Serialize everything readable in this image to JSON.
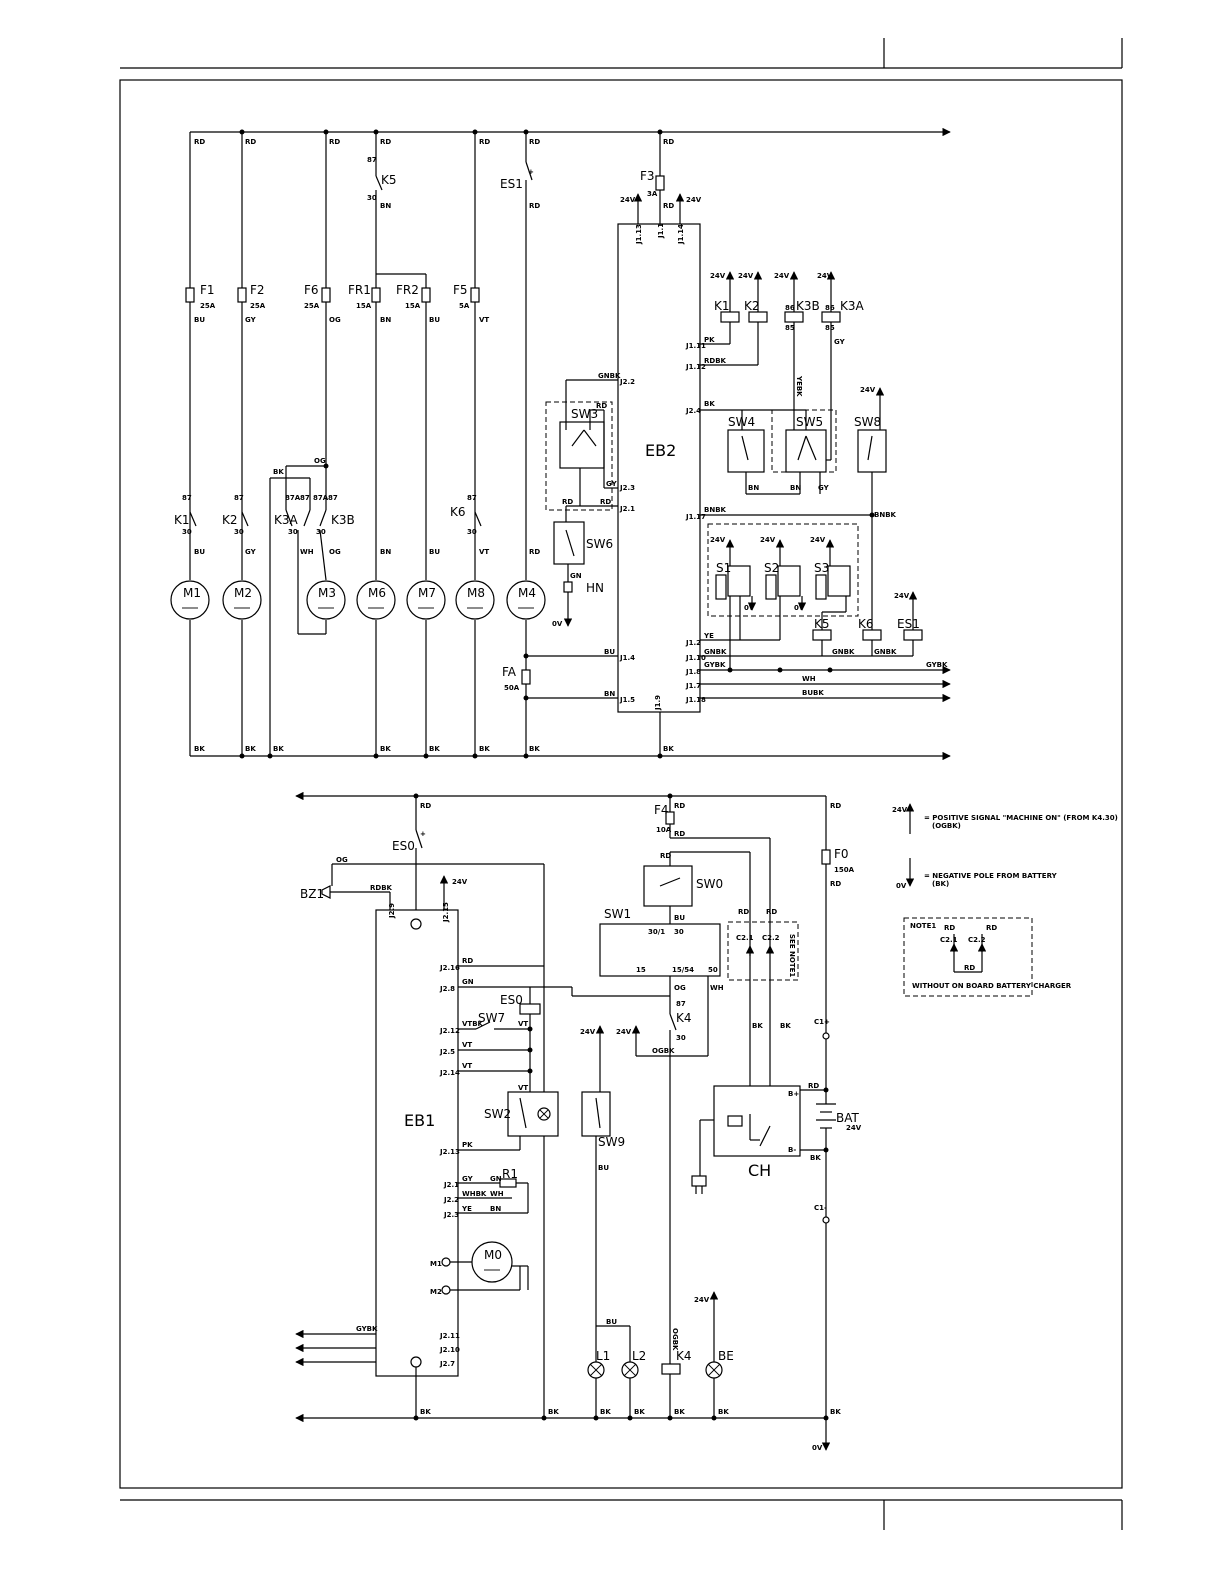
{
  "colors": {
    "line": "#000000",
    "background": "#ffffff"
  },
  "motors": {
    "m1": "M1",
    "m2": "M2",
    "m3": "M3",
    "m6": "M6",
    "m7": "M7",
    "m8": "M8",
    "m4": "M4",
    "m0": "M0"
  },
  "fuses": {
    "f1": {
      "name": "F1",
      "rating": "25A"
    },
    "f2": {
      "name": "F2",
      "rating": "25A"
    },
    "f6": {
      "name": "F6",
      "rating": "25A"
    },
    "fr1": {
      "name": "FR1",
      "rating": "15A"
    },
    "fr2": {
      "name": "FR2",
      "rating": "15A"
    },
    "f5": {
      "name": "F5",
      "rating": "5A"
    },
    "f3": {
      "name": "F3",
      "rating": "3A"
    },
    "fa": {
      "name": "FA",
      "rating": "50A"
    },
    "f4": {
      "name": "F4",
      "rating": "10A"
    },
    "f0": {
      "name": "F0",
      "rating": "150A"
    }
  },
  "relays": {
    "k1": "K1",
    "k2": "K2",
    "k3a": "K3A",
    "k3b": "K3B",
    "k5": "K5",
    "k6": "K6",
    "k4": "K4",
    "es1": "ES1",
    "es0": "ES0"
  },
  "modules": {
    "eb2": "EB2",
    "eb1": "EB1",
    "ch": "CH",
    "bat": "BAT",
    "bat_v": "24V"
  },
  "switches": {
    "sw3": "SW3",
    "sw6": "SW6",
    "sw4": "SW4",
    "sw5": "SW5",
    "sw8": "SW8",
    "s1": "S1",
    "s2": "S2",
    "s3": "S3",
    "sw0": "SW0",
    "sw1": "SW1",
    "sw2": "SW2",
    "sw7": "SW7",
    "sw9": "SW9",
    "r1": "R1"
  },
  "misc": {
    "hn": "HN",
    "bz1": "BZ1",
    "l1": "L1",
    "l2": "L2",
    "be": "BE",
    "c1p": "C1+",
    "c1m": "C1-",
    "plus": "+",
    "see_note1": "SEE NOTE1"
  },
  "voltages": {
    "v24": "24V",
    "v0": "0V"
  },
  "pins": {
    "p87": "87",
    "p30": "30",
    "p86": "86",
    "p85": "85",
    "p87a": "87A",
    "p30_1": "30/1",
    "p15": "15",
    "p15_54": "15/54",
    "p50": "50",
    "b_plus": "B+",
    "b_minus": "B-",
    "j113": "J1.13",
    "j11": "J1.1",
    "j114": "J1.14",
    "j111": "J1.11",
    "j112": "J1.12",
    "j22": "J2.2",
    "j24": "J2.4",
    "j23": "J2.3",
    "j21": "J2.1",
    "j117": "J1.17",
    "j12": "J1.2",
    "j110": "J1.10",
    "j18": "J1.8",
    "j17": "J1.7",
    "j118": "J1.18",
    "j14": "J1.4",
    "j15": "J1.5",
    "j19": "J1.9",
    "j29": "J2.9",
    "j215": "J2.15",
    "j216": "J2.16",
    "j28": "J2.8",
    "j212": "J2.12",
    "j25": "J2.5",
    "j214": "J2.14",
    "j213": "J2.13",
    "j211": "J2.11",
    "j210": "J2.10",
    "j27": "J2.7",
    "m1pin": "M1",
    "m2pin": "M2",
    "c21": "C2.1",
    "c22": "C2.2"
  },
  "wires": {
    "rd": "RD",
    "bk": "BK",
    "bu": "BU",
    "gy": "GY",
    "og": "OG",
    "bn": "BN",
    "vt": "VT",
    "wh": "WH",
    "gn": "GN",
    "ye": "YE",
    "pk": "PK",
    "rdbk": "RDBK",
    "gnbk": "GNBK",
    "bnbk": "BNBK",
    "gybk": "GYBK",
    "bubk": "BUBK",
    "yebk": "YEBK",
    "ogbk": "OGBK",
    "vtbk": "VTBK",
    "whbk": "WHBK"
  },
  "legend": {
    "v24": "24V",
    "v24_text1": "= POSITIVE SIGNAL \"MACHINE ON\" (FROM K4.30)",
    "v24_text2": "(OGBK)",
    "v0": "0V",
    "v0_text1": "= NEGATIVE POLE FROM BATTERY",
    "v0_text2": "(BK)"
  },
  "note": {
    "title": "NOTE1",
    "rd1": "RD",
    "rd2": "RD",
    "c21": "C2.1",
    "c22": "C2.2",
    "rd3": "RD",
    "caption": "WITHOUT ON BOARD BATTERY CHARGER"
  }
}
